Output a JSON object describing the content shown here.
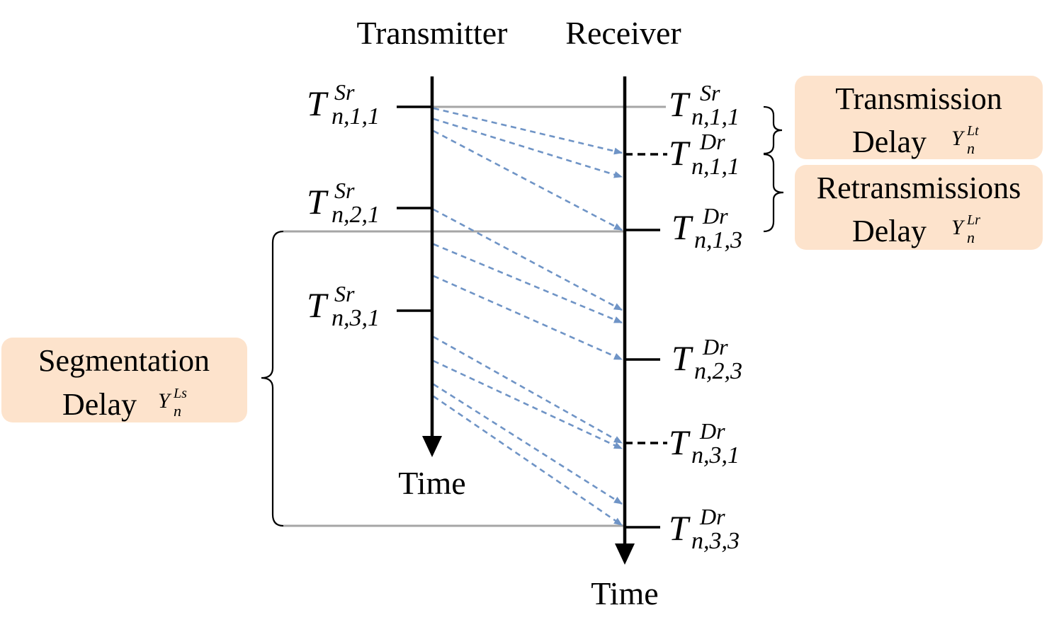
{
  "headers": {
    "transmitter": "Transmitter",
    "receiver": "Receiver"
  },
  "axis_labels": {
    "transmitter_time": "Time",
    "receiver_time": "Time"
  },
  "symbols": {
    "T": "T",
    "sup_send": "Sr",
    "sup_recv": "Dr",
    "Y": "Y",
    "n": "n"
  },
  "send_labels": [
    {
      "sub": "n,1,1"
    },
    {
      "sub": "n,2,1"
    },
    {
      "sub": "n,3,1"
    }
  ],
  "recv_labels": [
    {
      "sup": "Sr",
      "sub": "n,1,1"
    },
    {
      "sup": "Dr",
      "sub": "n,1,1"
    },
    {
      "sup": "Dr",
      "sub": "n,1,3"
    },
    {
      "sup": "Dr",
      "sub": "n,2,3"
    },
    {
      "sup": "Dr",
      "sub": "n,3,1"
    },
    {
      "sup": "Dr",
      "sub": "n,3,3"
    }
  ],
  "boxes": {
    "transmission": {
      "line1": "Transmission",
      "line2": "Delay",
      "sup": "Lt"
    },
    "retransmissions": {
      "line1": "Retransmissions",
      "line2": "Delay",
      "sup": "Lr"
    },
    "segmentation": {
      "line1": "Segmentation",
      "line2": "Delay",
      "sup": "Ls"
    }
  },
  "colors": {
    "box_fill": "#fde3cc",
    "arrow_dashed": "#6f94c6",
    "guide_line": "#a6a6a6",
    "axis": "#000000"
  }
}
